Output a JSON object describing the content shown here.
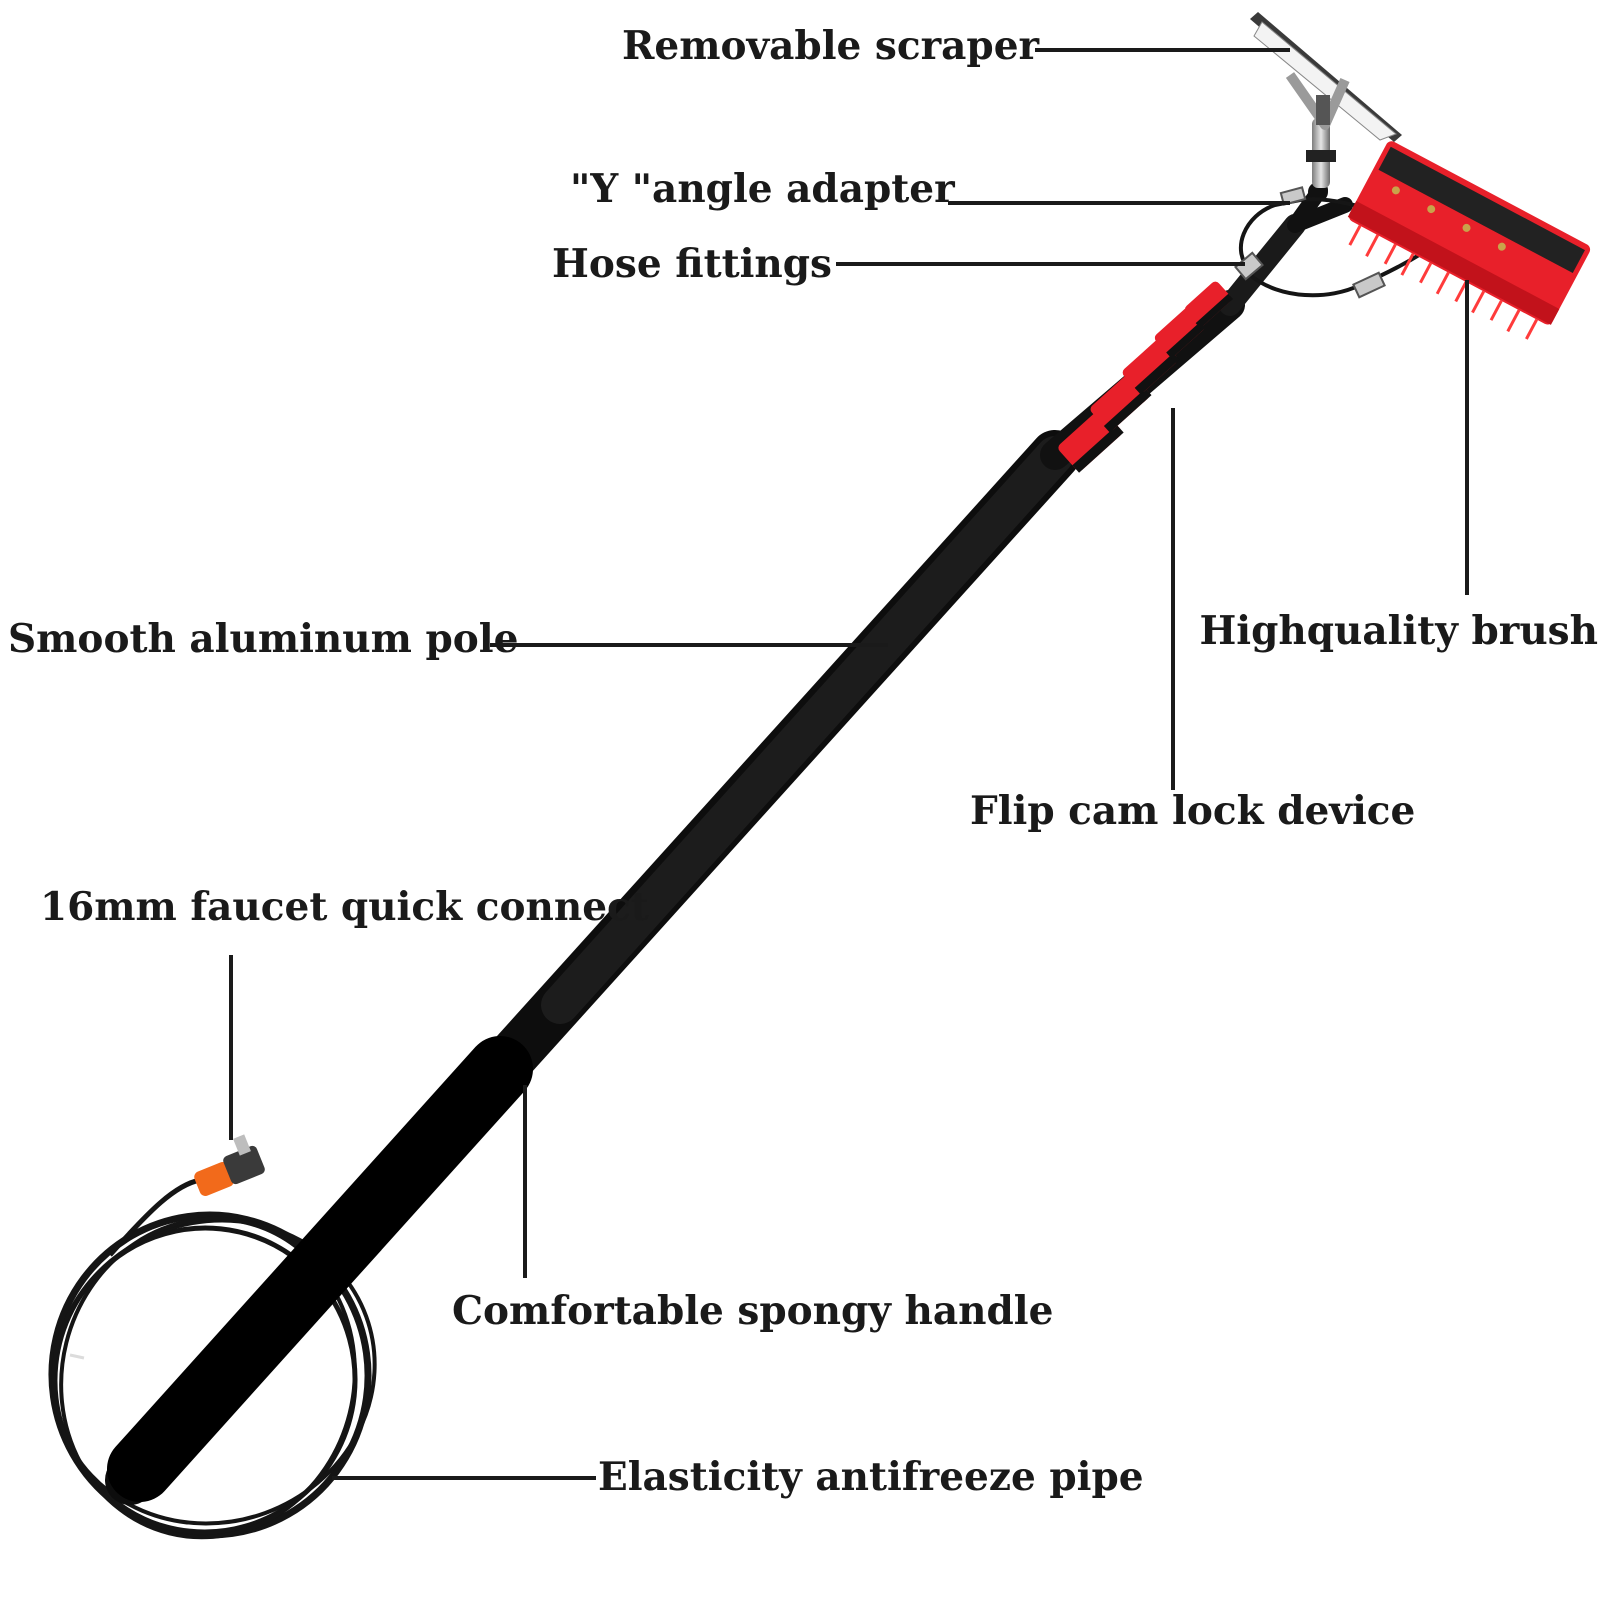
{
  "labels": {
    "removable_scraper": "Removable scraper",
    "y_angle_adapter": "\"Y \"angle adapter",
    "hose_fittings": "Hose fittings",
    "smooth_aluminum_pole": "Smooth aluminum pole",
    "highquality_brush": "Highquality brush",
    "flip_cam_lock_device": "Flip cam lock device",
    "faucet_quick_connect": "16mm faucet quick connect",
    "comfortable_spongy_handle": "Comfortable spongy handle",
    "elasticity_antifreeze_pipe": "Elasticity antifreeze pipe"
  },
  "colors": {
    "background": "#ffffff",
    "pole": "#0d0d0d",
    "accent_red": "#e8202a",
    "connector_orange": "#f26a1b",
    "metal": "#b8b8b8",
    "leader_line": "#1a1a1a"
  }
}
